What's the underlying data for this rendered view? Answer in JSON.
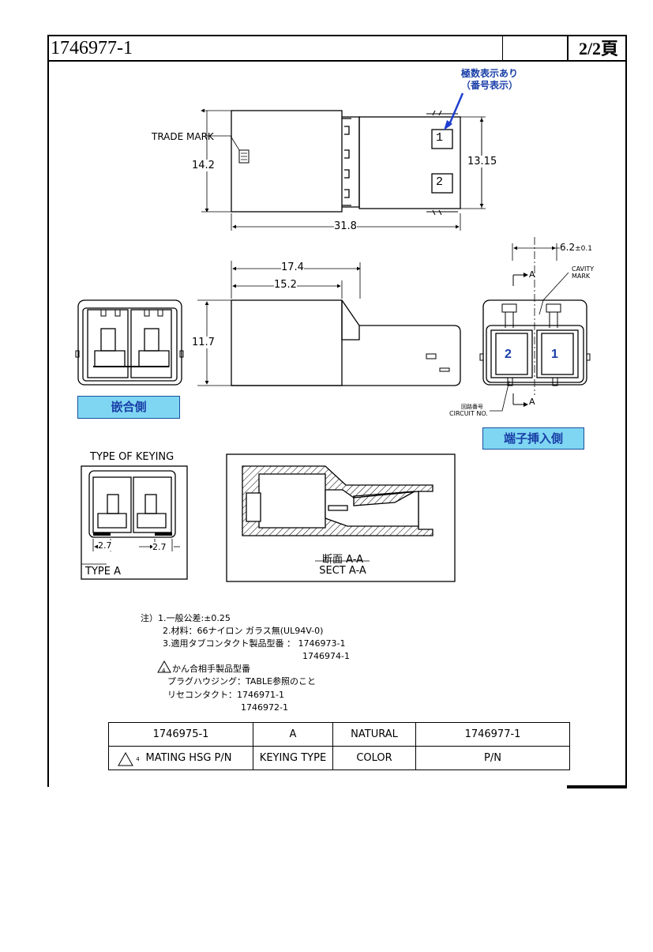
{
  "header": {
    "part_number": "1746977-1",
    "page": "2/2頁"
  },
  "top_view": {
    "callout_line1": "極数表示あり",
    "callout_line2": "（番号表示）",
    "trade_mark": "TRADE MARK",
    "dim_height_left": "14.2",
    "dim_height_right": "13.15",
    "dim_length": "31.8",
    "cavity_1": "1",
    "cavity_2": "2"
  },
  "side_view": {
    "dim_17_4": "17.4",
    "dim_15_2": "15.2",
    "dim_11_7": "11.7"
  },
  "rear_view": {
    "dim_6_2": "6.2",
    "dim_6_2_tol": "±0.1",
    "section_mark_top": "A",
    "section_mark_bottom": "A",
    "cavity_mark_line1": "CAVITY",
    "cavity_mark_line2": "MARK",
    "circuit_label_jp": "回路番号",
    "circuit_label_en": "CIRCUIT NO.",
    "circuit_2": "2",
    "circuit_1": "1"
  },
  "labels": {
    "mating_side": "嵌合側",
    "terminal_side": "端子挿入側"
  },
  "keying": {
    "title": "TYPE OF KEYING",
    "dim_left": "2.7",
    "dim_right": "2.7",
    "type": "TYPE A"
  },
  "section": {
    "caption_jp": "断面 A-A",
    "caption_en": "SECT A-A"
  },
  "notes": {
    "n1": "注）1.一般公差:±0.25",
    "n2": "2.材料：66ナイロン ガラス無(UL94V-0)",
    "n3": "3.適用タブコンタクト製品型番 ： 1746973-1",
    "n3b": "1746974-1",
    "n4_icon": "4",
    "n4": "かん合相手製品型番",
    "n4a": "プラグハウジング：TABLE参照のこと",
    "n4b": "リセコンタクト：1746971-1",
    "n4c": "1746972-1"
  },
  "table": {
    "row1": [
      "1746975-1",
      "A",
      "NATURAL",
      "1746977-1"
    ],
    "row2_icon": "4",
    "row2": [
      "MATING HSG P/N",
      "KEYING TYPE",
      "COLOR",
      "P/N"
    ]
  },
  "colors": {
    "label_fill": "#7fd6f2",
    "label_text": "#1a3fa8",
    "arrow": "#1f3fd0"
  }
}
